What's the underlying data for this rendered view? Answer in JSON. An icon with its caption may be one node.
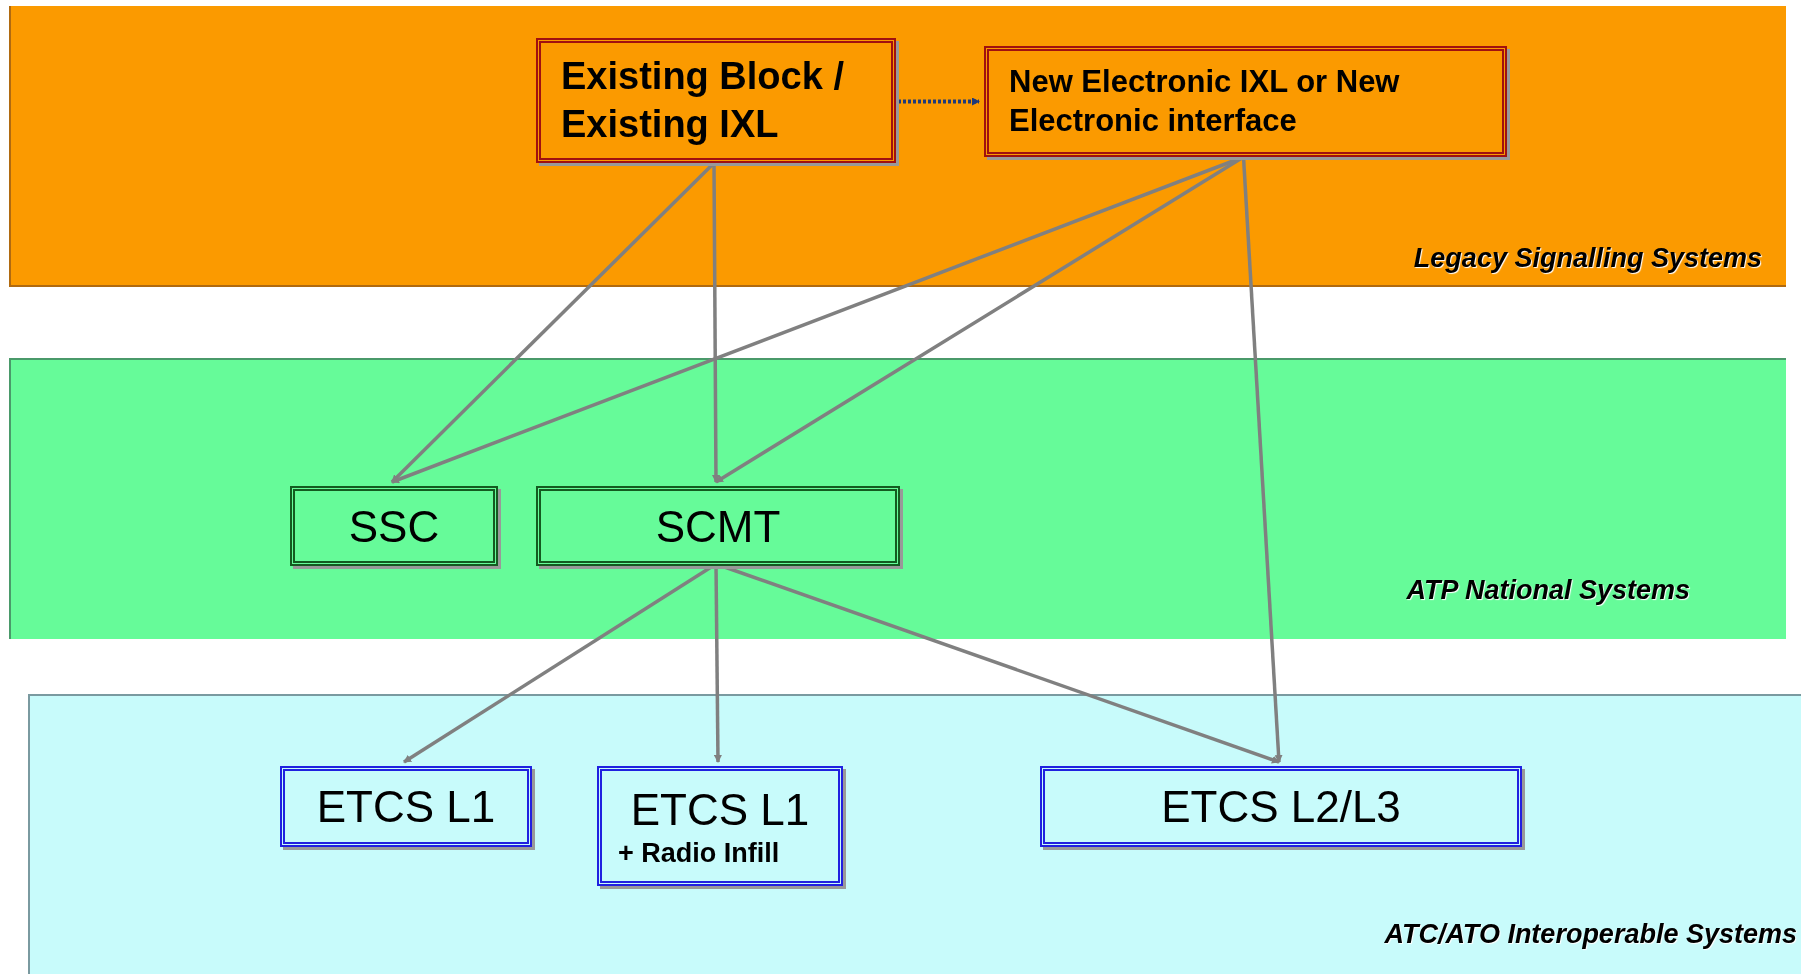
{
  "diagram": {
    "nodes": [
      {
        "text": [
          "Legacy Signalling Systems"
        ]
      },
      {
        "text": [
          "Existing Block / Existing IXL"
        ],
        "in": 0
      },
      {
        "text": [
          "New Electronic IXL or New Electronic interface"
        ],
        "in": 0
      },
      {
        "text": [
          "ATP National Systems"
        ]
      },
      {
        "text": [
          "SSC"
        ],
        "in": 3
      },
      {
        "text": [
          "SCMT"
        ],
        "in": 3
      },
      {
        "text": [
          "ATC/ATO Interoperable Systems"
        ]
      },
      {
        "text": [
          "ETCS L1"
        ],
        "in": 6
      },
      {
        "text": [
          "ETCS L1",
          "+ Radio Infill"
        ],
        "in": 6
      },
      {
        "text": [
          "ETCS L2/L3"
        ],
        "in": 6
      }
    ],
    "edges": [
      {
        "from": 1,
        "to": 2,
        "arrow": "to",
        "style": "dashed",
        "color": "#1f3a7a"
      },
      {
        "from": 1,
        "to": 4,
        "arrow": "to"
      },
      {
        "from": 1,
        "to": 5,
        "arrow": "to"
      },
      {
        "from": 2,
        "to": 4,
        "arrow": "to"
      },
      {
        "from": 2,
        "to": 5,
        "arrow": "to"
      },
      {
        "from": 2,
        "to": 9,
        "arrow": "to"
      },
      {
        "from": 5,
        "to": 7,
        "arrow": "to"
      },
      {
        "from": 5,
        "to": 8,
        "arrow": "to"
      },
      {
        "from": 5,
        "to": 9,
        "arrow": "to"
      }
    ]
  }
}
